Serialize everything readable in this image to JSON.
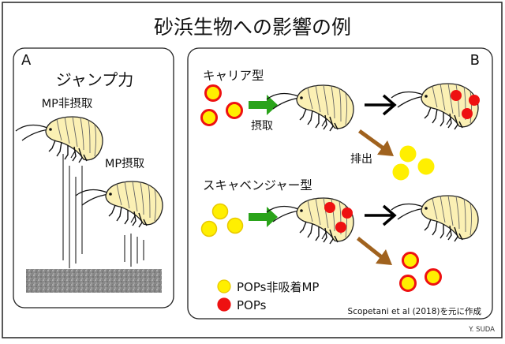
{
  "title": "砂浜生物への影響の例",
  "panel_a": {
    "letter": "A",
    "heading": "ジャンプ力",
    "label_no_intake": "MP非摂取",
    "label_intake": "MP摂取"
  },
  "panel_b": {
    "letter": "B",
    "carrier_heading": "キャリア型",
    "intake_label": "摂取",
    "excretion_label": "排出",
    "scavenger_heading": "スキャベンジャー型",
    "legend": {
      "mp_label": "POPs非吸着MP",
      "pops_label": "POPs"
    },
    "source": "Scopetani et al (2018)を元に作成"
  },
  "credit": "Y. SUDA",
  "colors": {
    "mp_fill": "#ffef00",
    "mp_stroke": "#ffef00",
    "pops_fill": "#ee1111",
    "green_arrow": "#2aa31a",
    "brown_arrow": "#a0621e",
    "black_arrow": "#000000",
    "shrimp_body": "#fbf0b4",
    "carrier_ring": "#ee1111"
  },
  "icons": [
    "shrimp-icon",
    "microplastic-particle-icon",
    "pops-particle-icon",
    "arrow-icon",
    "sand-ground-icon"
  ]
}
